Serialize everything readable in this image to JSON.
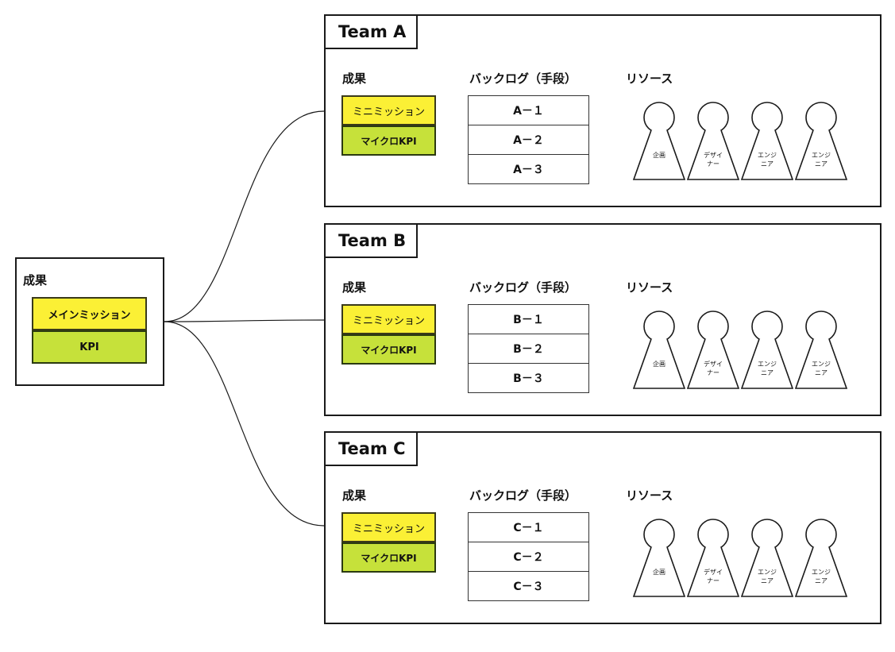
{
  "root": {
    "heading": "成果",
    "mission": "メインミッション",
    "kpi": "KPI"
  },
  "teams": [
    {
      "name": "Team A",
      "outcome_heading": "成果",
      "backlog_heading": "バックログ（手段）",
      "resource_heading": "リソース",
      "mini_mission": "ミニミッション",
      "micro_kpi": "マイクロKPI",
      "backlog_items": [
        "A－１",
        "A－２",
        "A－３"
      ],
      "roles": [
        "企画",
        "デザイ\nナー",
        "エンジ\nニア",
        "エンジ\nニア"
      ]
    },
    {
      "name": "Team B",
      "outcome_heading": "成果",
      "backlog_heading": "バックログ（手段）",
      "resource_heading": "リソース",
      "mini_mission": "ミニミッション",
      "micro_kpi": "マイクロKPI",
      "backlog_items": [
        "B－１",
        "B－２",
        "B－３"
      ],
      "roles": [
        "企画",
        "デザイ\nナー",
        "エンジ\nニア",
        "エンジ\nニア"
      ]
    },
    {
      "name": "Team C",
      "outcome_heading": "成果",
      "backlog_heading": "バックログ（手段）",
      "resource_heading": "リソース",
      "mini_mission": "ミニミッション",
      "micro_kpi": "マイクロKPI",
      "backlog_items": [
        "C－１",
        "C－２",
        "C－３"
      ],
      "roles": [
        "企画",
        "デザイ\nナー",
        "エンジ\nニア",
        "エンジ\nニア"
      ]
    }
  ],
  "colors": {
    "mission_yellow": "#fbf035",
    "kpi_green": "#c6e13a",
    "line": "#1a1a1a"
  }
}
